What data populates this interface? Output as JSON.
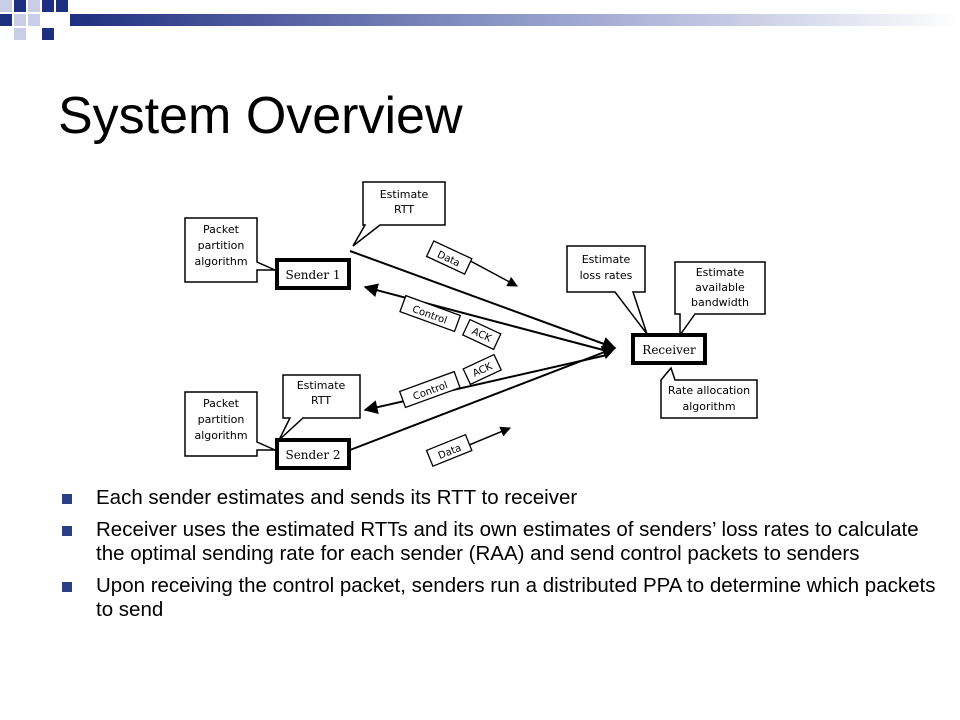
{
  "colors": {
    "accent_dark": "#1f2f80",
    "accent_light": "#c9cde6",
    "bullet": "#2a3f86"
  },
  "slide": {
    "title": "System Overview"
  },
  "diagram": {
    "callouts": {
      "estimate_rtt_top": [
        "Estimate",
        "RTT"
      ],
      "packet_partition_top": [
        "Packet",
        "partition",
        "algorithm"
      ],
      "estimate_loss": [
        "Estimate",
        "loss rates"
      ],
      "estimate_bandwidth": [
        "Estimate",
        "available",
        "bandwidth"
      ],
      "estimate_rtt_bottom": [
        "Estimate",
        "RTT"
      ],
      "packet_partition_bottom": [
        "Packet",
        "partition",
        "algorithm"
      ],
      "rate_allocation": [
        "Rate allocation",
        "algorithm"
      ]
    },
    "nodes": {
      "sender1": "Sender 1",
      "sender2": "Sender 2",
      "receiver": "Receiver"
    },
    "messages": {
      "data_top": "Data",
      "control_top": "Control",
      "ack_top": "ACK",
      "ack_bottom": "ACK",
      "control_bottom": "Control",
      "data_bottom": "Data"
    }
  },
  "bullets": [
    "Each sender estimates and sends its RTT to receiver",
    "Receiver uses the estimated RTTs and its own estimates of senders’ loss rates to calculate the optimal sending rate for each sender (RAA) and send control packets to senders",
    "Upon receiving the control packet, senders run a distributed PPA to determine which packets to send"
  ]
}
